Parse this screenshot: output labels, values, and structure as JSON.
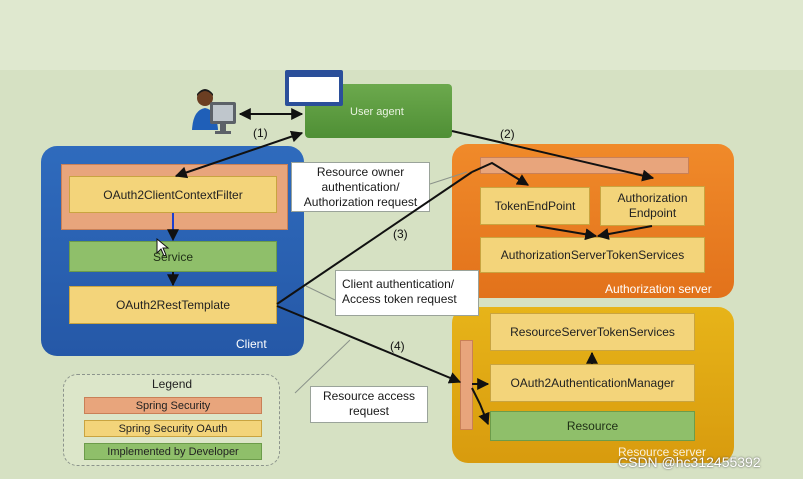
{
  "user_agent": {
    "label": "User agent"
  },
  "client": {
    "panel_label": "Client",
    "context_filter": "OAuth2ClientContextFilter",
    "service": "Service",
    "rest_template": "OAuth2RestTemplate"
  },
  "auth_server": {
    "panel_label": "Authorization server",
    "token_endpoint": "TokenEndPoint",
    "authorization_endpoint_line1": "Authorization",
    "authorization_endpoint_line2": "Endpoint",
    "token_services": "AuthorizationServerTokenServices"
  },
  "resource_server": {
    "panel_label": "Resource server",
    "token_services": "ResourceServerTokenServices",
    "auth_manager": "OAuth2AuthenticationManager",
    "resource": "Resource"
  },
  "callouts": {
    "resource_owner_line1": "Resource owner",
    "resource_owner_line2": "authentication/",
    "resource_owner_line3": "Authorization request",
    "client_auth_line1": "Client authentication/",
    "client_auth_line2": "Access token request",
    "resource_access_line1": "Resource access",
    "resource_access_line2": "request"
  },
  "step_labels": {
    "s1": "(1)",
    "s2": "(2)",
    "s3": "(3)",
    "s4": "(4)"
  },
  "legend": {
    "title": "Legend",
    "items": [
      {
        "label": "Spring Security",
        "color": "#e8a57c"
      },
      {
        "label": "Spring Security OAuth",
        "color": "#f3d47a"
      },
      {
        "label": "Implemented by Developer",
        "color": "#8fbf6a"
      }
    ]
  },
  "watermark": "CSDN @hc312455392",
  "colors": {
    "client_panel": "#2f6bbd",
    "auth_panel": "#f08a2a",
    "resource_panel": "#e7b419",
    "spring_security": "#e8a57c",
    "spring_security_oauth": "#f3d47a",
    "developer": "#8fbf6a",
    "user_agent": "#5e9e40",
    "background": "#d6e1c3"
  }
}
